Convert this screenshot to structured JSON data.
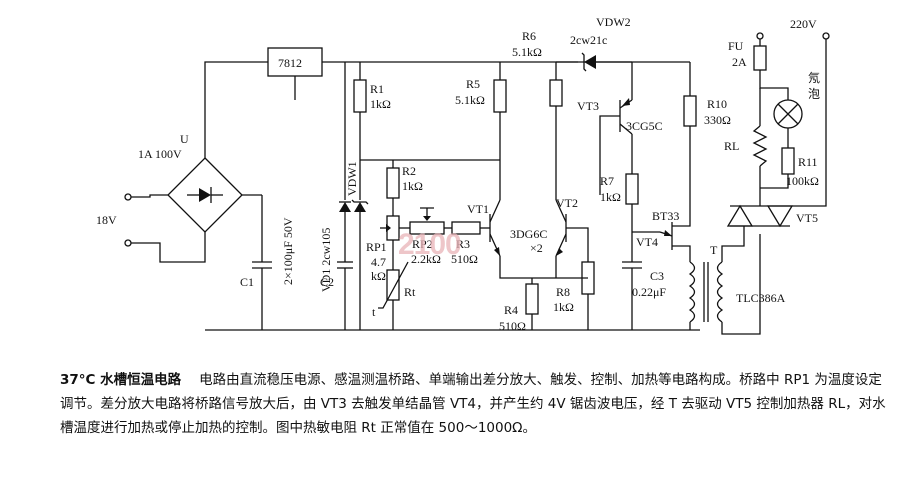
{
  "labels": {
    "u": "U",
    "bridge": "1A 100V",
    "vin": "18V",
    "c1": "C1",
    "c1_spec": "2×100μF 50V",
    "reg": "7812",
    "vd1": "VD1 2cw105",
    "c2": "C2",
    "vdw1": "VDW1",
    "r1": "R1",
    "r1_val": "1kΩ",
    "r2": "R2",
    "r2_val": "1kΩ",
    "rp1": "RP1",
    "rp1_val1": "4.7",
    "rp1_val2": "kΩ",
    "rp2": "RP2",
    "rp2_val": "2.2kΩ",
    "r3": "R3",
    "r3_val": "510Ω",
    "rt": "Rt",
    "t": "t",
    "r5": "R5",
    "r5_val": "5.1kΩ",
    "r6": "R6",
    "r6_val": "5.1kΩ",
    "vdw2": "VDW2",
    "vdw2_spec": "2cw21c",
    "vt1": "VT1",
    "vt2": "VT2",
    "pair": "3DG6C",
    "pair_count": "×2",
    "r4": "R4",
    "r4_val": "510Ω",
    "r7": "R7",
    "r7_val": "1kΩ",
    "r8": "R8",
    "r8_val": "1kΩ",
    "vt3": "VT3",
    "vt3_model": "3CG5C",
    "r10": "R10",
    "r10_val": "330Ω",
    "bt33": "BT33",
    "vt4": "VT4",
    "c3": "C3",
    "c3_val": "0.22μF",
    "trans": "T",
    "mains": "220V",
    "fu": "FU",
    "fu_val": "2A",
    "lamp": "氖泡",
    "rl": "RL",
    "r11": "R11",
    "r11_val": "100kΩ",
    "vt5": "VT5",
    "vt5_model": "TLC386A"
  },
  "watermark": "2100",
  "caption": {
    "title": "37°C 水槽恒温电路",
    "body": "电路由直流稳压电源、感温测温桥路、单端输出差分放大、触发、控制、加热等电路构成。桥路中 RP1 为温度设定调节。差分放大电路将桥路信号放大后，由 VT3 去触发单结晶管 VT4，并产生约 4V 锯齿波电压，经 T 去驱动 VT5 控制加热器 RL，对水槽温度进行加热或停止加热的控制。图中热敏电阻 Rt 正常值在 500～1000Ω。"
  }
}
